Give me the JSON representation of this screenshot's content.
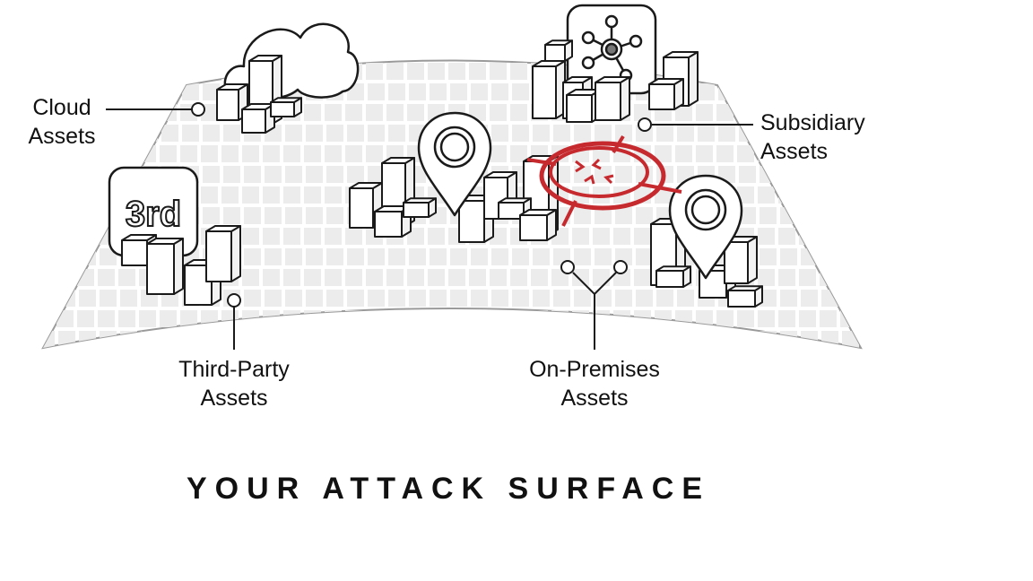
{
  "title": "YOUR ATTACK SURFACE",
  "labels": {
    "cloud": [
      "Cloud",
      "Assets"
    ],
    "subsidiary": [
      "Subsidiary",
      "Assets"
    ],
    "third_party": [
      "Third-Party",
      "Assets"
    ],
    "on_premises": [
      "On-Premises",
      "Assets"
    ]
  },
  "badges": {
    "third_party": "3rd"
  },
  "icons": [
    "cloud-icon",
    "network-node-icon",
    "map-pin-icon",
    "target-crosshair-icon",
    "building-icon"
  ],
  "colors": {
    "accent": "#c62a2f",
    "line": "#1a1a1a",
    "grid": "#e8e8e8"
  }
}
